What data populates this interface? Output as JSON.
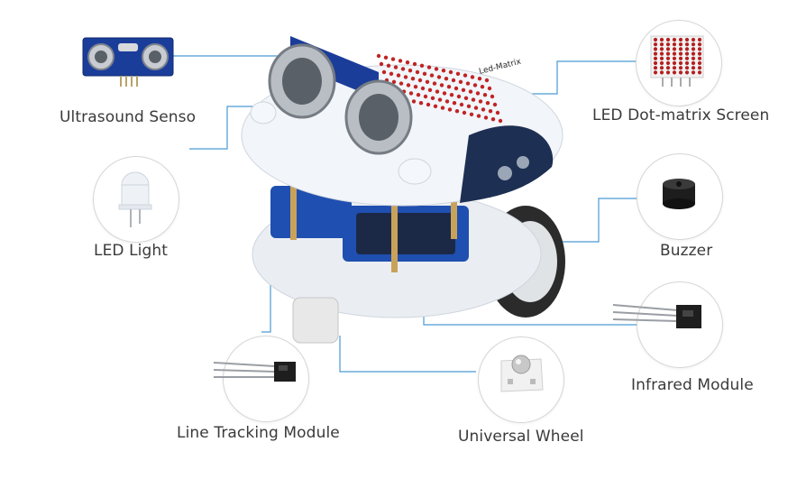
{
  "components": {
    "ultrasound": {
      "label": "Ultrasound Senso",
      "icon": "ultrasonic-sensor-icon"
    },
    "led_light": {
      "label": "LED Light",
      "icon": "led-bulb-icon"
    },
    "line_tracking": {
      "label": "Line Tracking Module",
      "icon": "line-tracking-sensor-icon"
    },
    "universal_wheel": {
      "label": "Universal Wheel",
      "icon": "caster-wheel-icon"
    },
    "led_matrix": {
      "label": "LED Dot-matrix Screen",
      "icon": "led-matrix-icon"
    },
    "buzzer": {
      "label": "Buzzer",
      "icon": "buzzer-icon"
    },
    "infrared": {
      "label": "Infrared Module",
      "icon": "infrared-sensor-icon"
    }
  },
  "robot": {
    "name": "robot-car",
    "board_text": "Led-Matrix"
  },
  "colors": {
    "leader_line": "#4a9ad4",
    "board": "#e9eef4",
    "chip_blue": "#1f4fb0",
    "wheel": "#dfe3e6",
    "tire": "#2b2b2b"
  }
}
